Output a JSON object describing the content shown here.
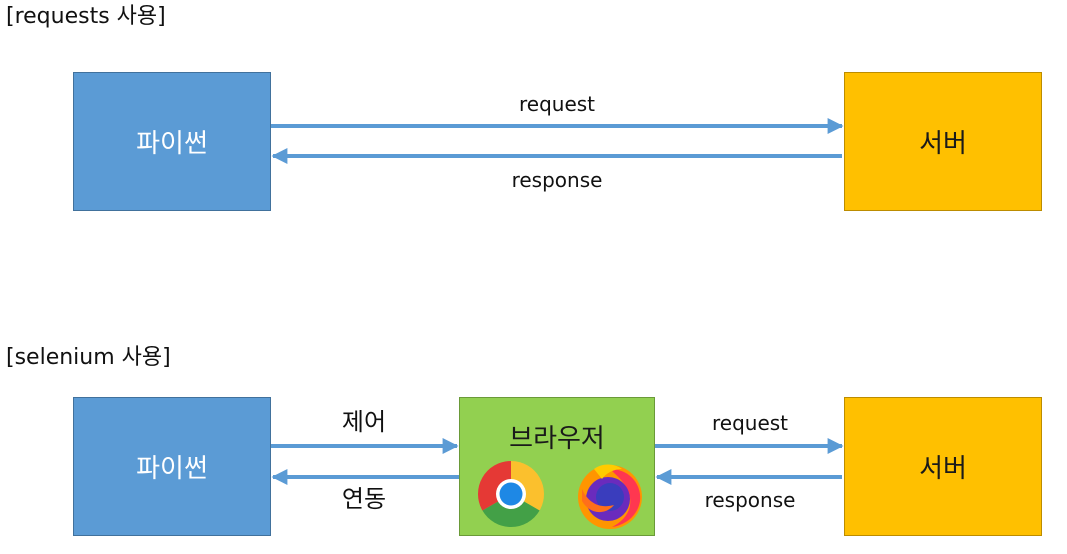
{
  "section1": {
    "title": "[requests 사용]",
    "python_label": "파이썬",
    "server_label": "서버",
    "request_label": "request",
    "response_label": "response"
  },
  "section2": {
    "title": "[selenium 사용]",
    "python_label": "파이썬",
    "browser_label": "브라우저",
    "server_label": "서버",
    "control_label": "제어",
    "link_label": "연동",
    "request_label": "request",
    "response_label": "response"
  },
  "icons": [
    "chrome-icon",
    "firefox-icon"
  ],
  "colors": {
    "python_box": "#5b9bd5",
    "server_box": "#ffc000",
    "browser_box": "#92d050",
    "arrow": "#5b9bd5"
  }
}
